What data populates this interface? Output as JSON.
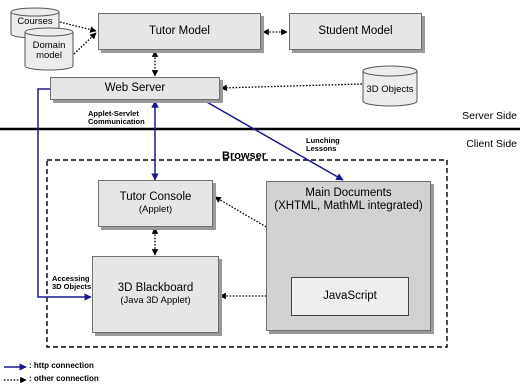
{
  "databases": {
    "courses": "Courses",
    "domain_model": [
      "Domain",
      "model"
    ],
    "objects_3d": "3D Objects"
  },
  "server": {
    "tutor_model": "Tutor Model",
    "student_model": "Student Model",
    "web_server": "Web Server"
  },
  "sides": {
    "server_side": "Server Side",
    "client_side": "Client Side"
  },
  "links": {
    "applet_servlet": [
      "Applet-Servlet",
      "Communication"
    ],
    "launching": [
      "Lunching",
      "Lessons"
    ],
    "accessing": [
      "Accessing",
      "3D Objects"
    ]
  },
  "browser": {
    "label": "Browser",
    "tutor_console": "Tutor Console",
    "tutor_console_sub": "(Applet)",
    "main_documents": "Main Documents",
    "main_documents_sub": "(XHTML, MathML integrated)",
    "blackboard": "3D Blackboard",
    "blackboard_sub": "(Java 3D Applet)",
    "javascript": "JavaScript"
  },
  "legend": {
    "http": ": http connection",
    "other": ": other connection"
  },
  "colors": {
    "http_line": "#1a1a8c",
    "other_line": "#000000",
    "box_fill": "#e6e6e6",
    "main_docs_fill": "#d2d2d2"
  }
}
